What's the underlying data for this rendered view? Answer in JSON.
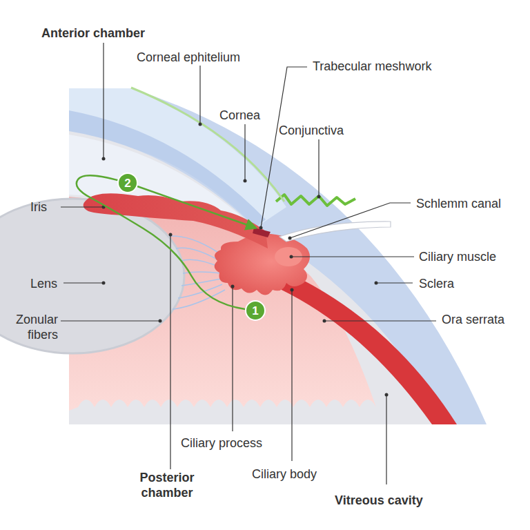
{
  "diagram": {
    "nodes": [
      {
        "text": [
          "1"
        ]
      },
      {
        "text": [
          "2"
        ]
      }
    ],
    "edges": [
      {
        "from": 0,
        "to": 1,
        "arrow": "none"
      }
    ],
    "labels": [
      "Anterior chamber",
      "Corneal ephitelium",
      "Trabecular meshwork",
      "Cornea",
      "Conjunctiva",
      "Schlemm canal",
      "Iris",
      "Ciliary muscle",
      "Lens",
      "Sclera",
      "Zonular fibers",
      "Ora serrata",
      "Ciliary process",
      "Posterior chamber",
      "Ciliary body",
      "Vitreous cavity"
    ]
  }
}
